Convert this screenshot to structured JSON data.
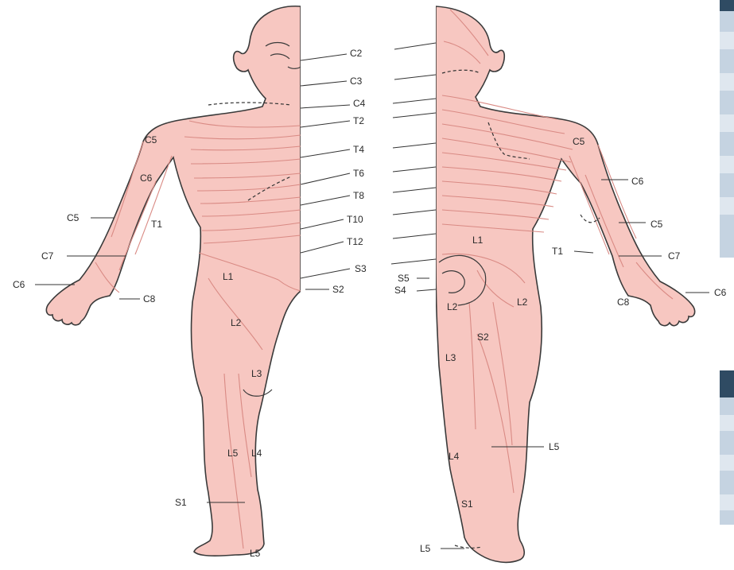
{
  "diagram": {
    "type": "dermatome map",
    "center_labels": [
      "C2",
      "C3",
      "C4",
      "T2",
      "T4",
      "T6",
      "T8",
      "T10",
      "T12",
      "S3",
      "S2",
      "S5",
      "S4"
    ],
    "front_labels": [
      "C5",
      "C6",
      "C5",
      "T1",
      "C7",
      "C6",
      "C8",
      "L1",
      "L2",
      "L3",
      "L5",
      "L4",
      "S1",
      "L5"
    ],
    "back_labels": [
      "C5",
      "C6",
      "C5",
      "T1",
      "C7",
      "C8",
      "L1",
      "L2",
      "L2",
      "S2",
      "L3",
      "L4",
      "L5",
      "S1",
      "L5"
    ],
    "cropped_label": "C6",
    "colors": {
      "skin": "#f7c7c1",
      "dermatome_line": "#d98a84",
      "outline": "#3a3a3a",
      "sidebar": "#c5d3e1",
      "sidebar_dark": "#2f4b63"
    }
  }
}
